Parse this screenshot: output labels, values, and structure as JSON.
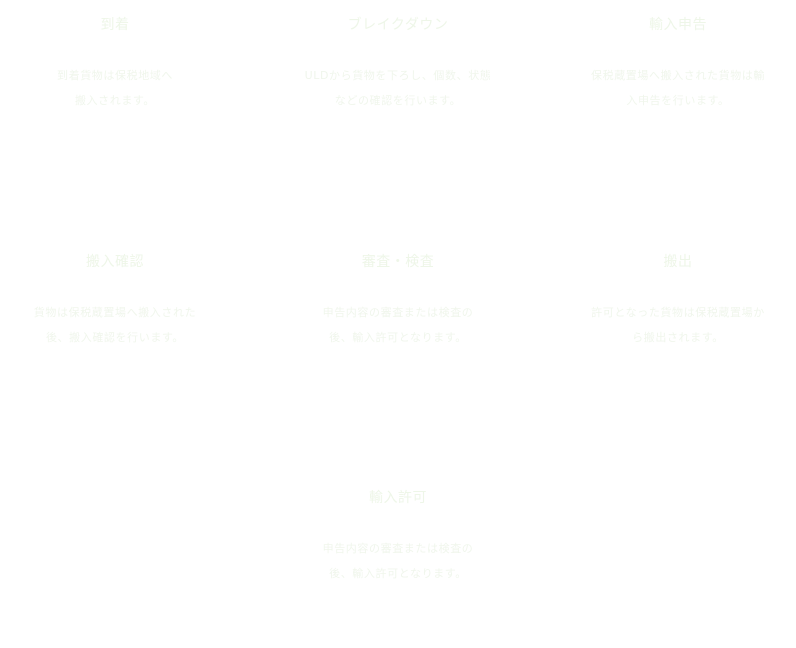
{
  "steps": [
    {
      "title": "到着",
      "desc": [
        "到着貨物は保税地域へ",
        "搬入されます。"
      ]
    },
    {
      "title": "ブレイクダウン",
      "desc": [
        "ULDから貨物を下ろし、個数、状態",
        "などの確認を行います。"
      ]
    },
    {
      "title": "輸入申告",
      "desc": [
        "保税蔵置場へ搬入された貨物は輸",
        "入申告を行います。"
      ]
    },
    {
      "title": "搬入確認",
      "desc": [
        "貨物は保税蔵置場へ搬入された",
        "後、搬入確認を行います。"
      ]
    },
    {
      "title": "審査・検査",
      "desc": [
        "申告内容の審査または検査の",
        "後、輸入許可となります。"
      ]
    },
    {
      "title": "搬出",
      "desc": [
        "許可となった貨物は保税蔵置場か",
        "ら搬出されます。"
      ]
    },
    {
      "title": "輸入許可",
      "desc": [
        "申告内容の審査または検査の",
        "後、輸入許可となります。"
      ]
    }
  ]
}
